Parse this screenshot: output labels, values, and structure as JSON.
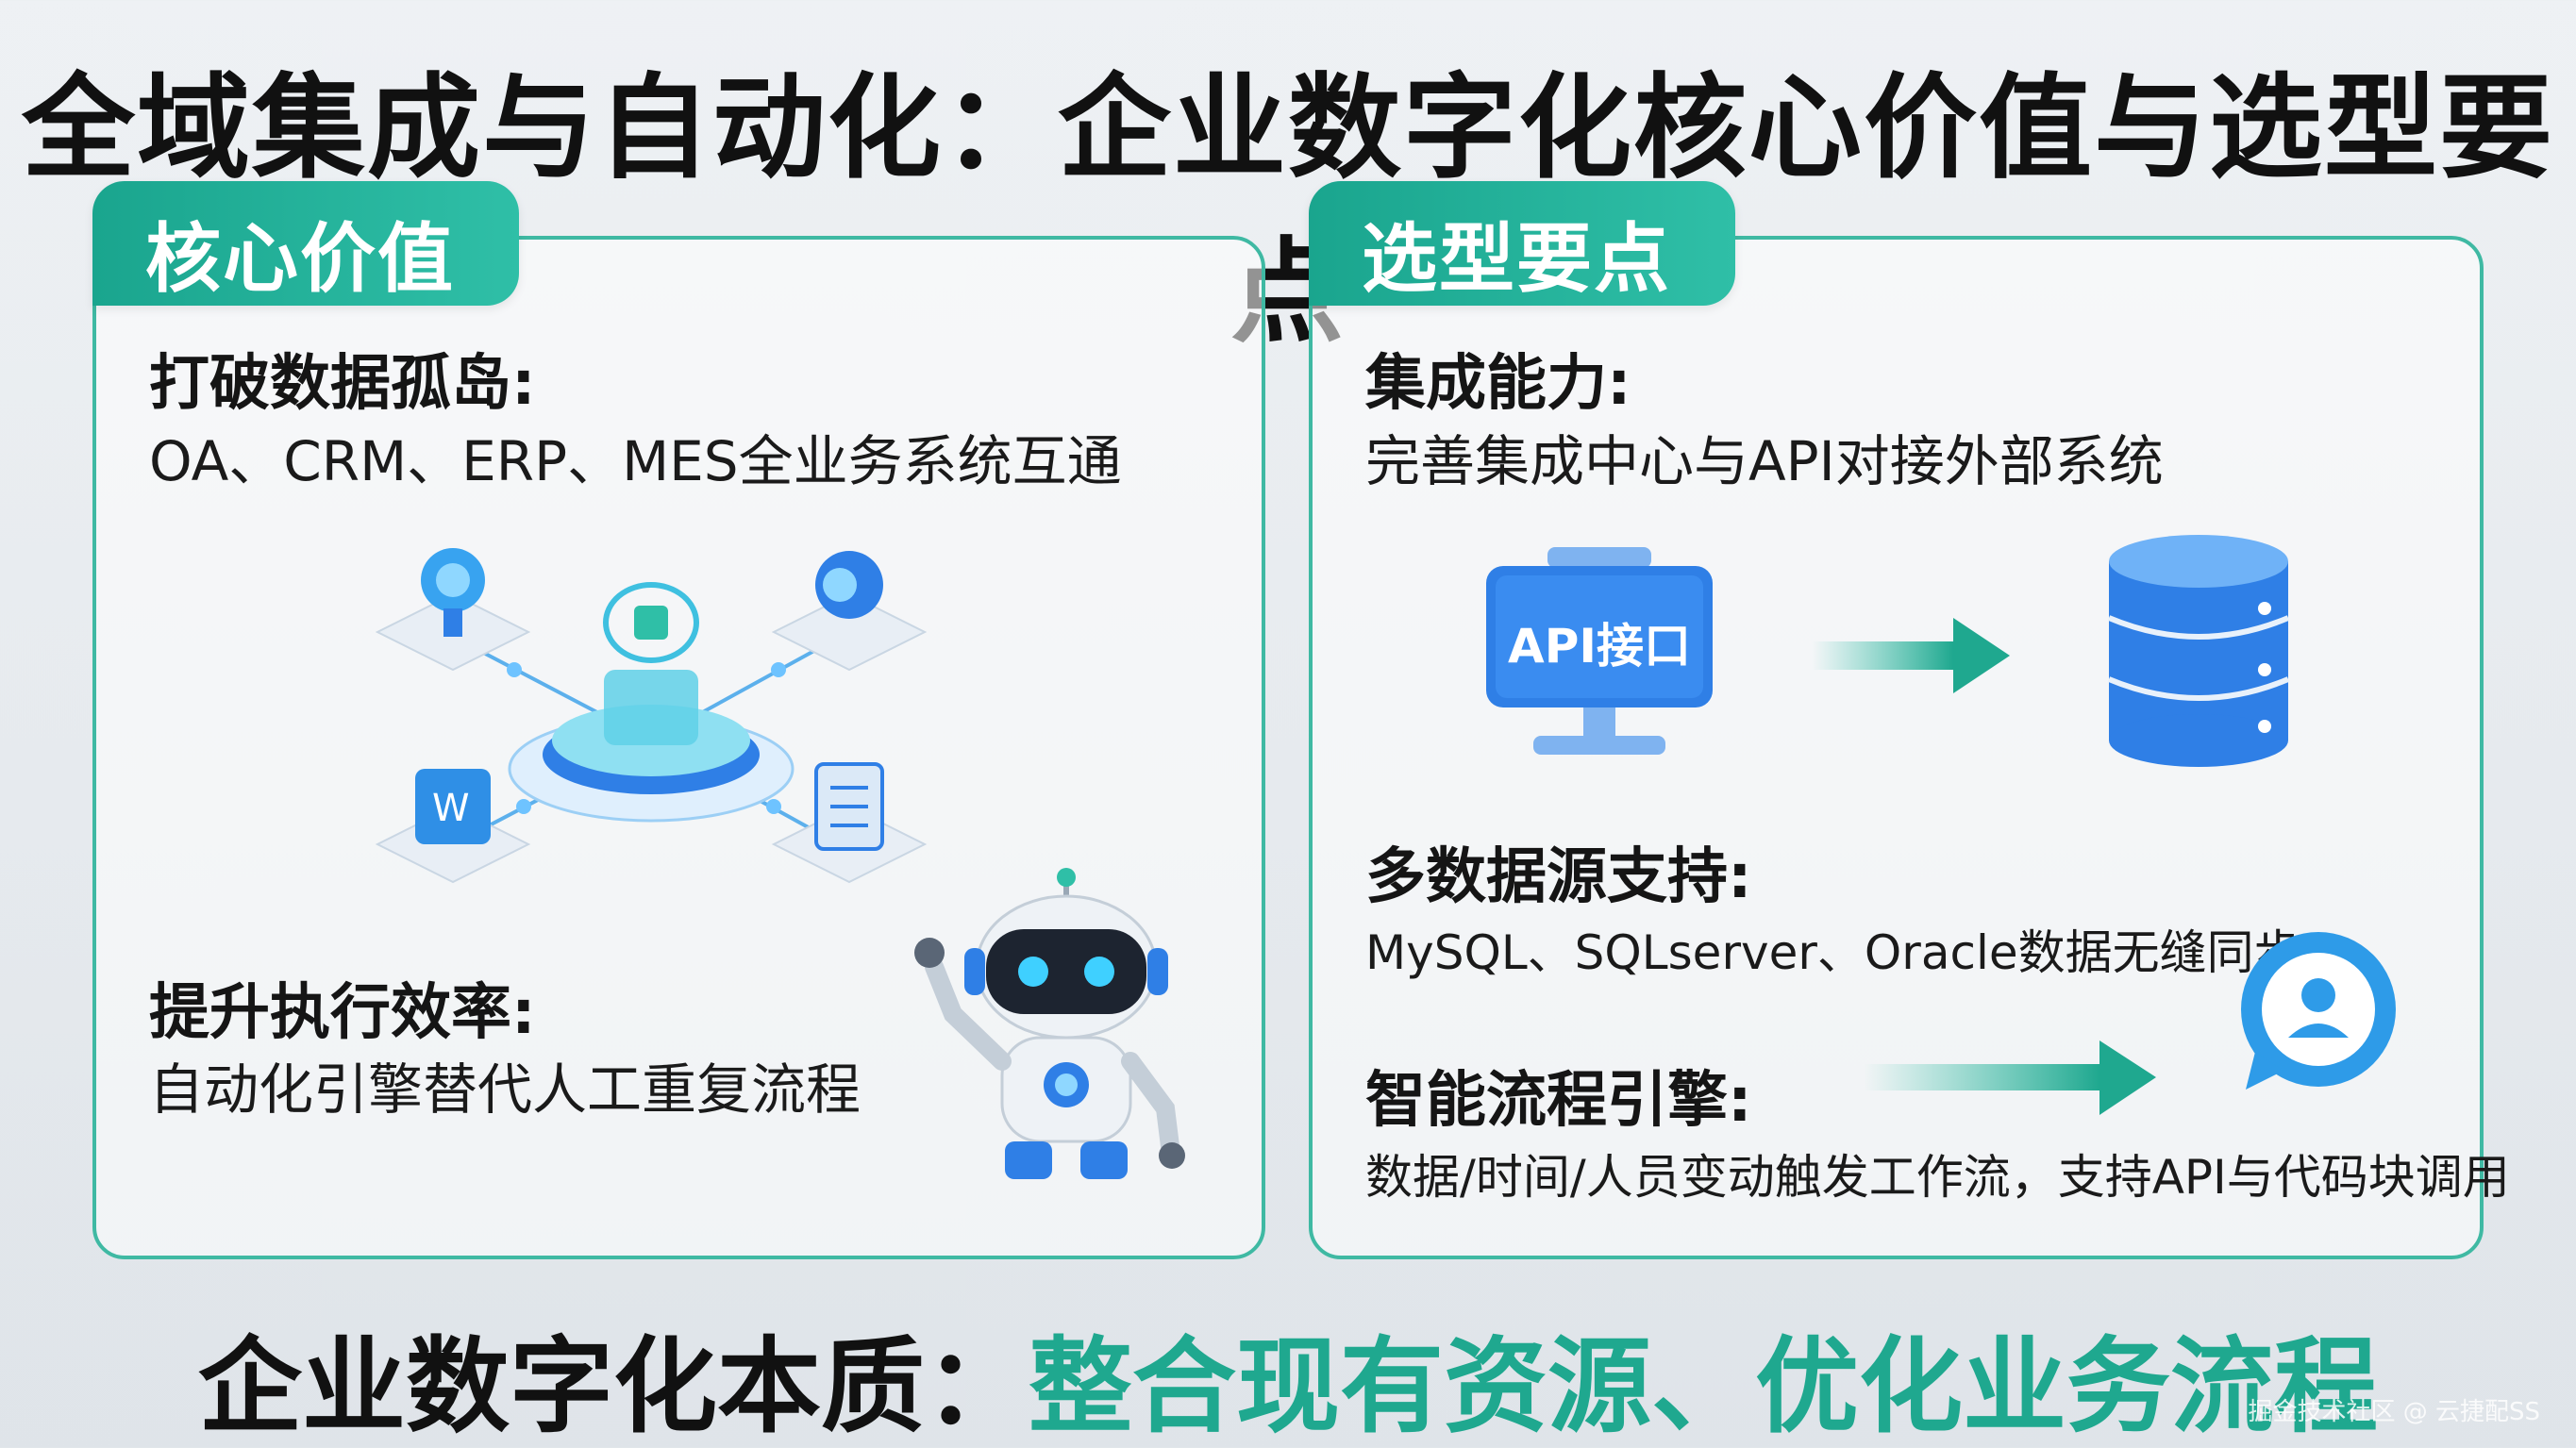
{
  "title": "全域集成与自动化：企业数字化核心价值与选型要点",
  "left_panel": {
    "tab_label": "核心价值",
    "sections": [
      {
        "heading": "打破数据孤岛:",
        "text": "OA、CRM、ERP、MES全业务系统互通"
      },
      {
        "heading": "提升执行效率:",
        "text": "自动化引擎替代人工重复流程"
      }
    ]
  },
  "right_panel": {
    "tab_label": "选型要点",
    "sections": [
      {
        "heading": "集成能力:",
        "text": "完善集成中心与API对接外部系统"
      },
      {
        "heading": "多数据源支持:",
        "text": "MySQL、SQLserver、Oracle数据无缝同步"
      },
      {
        "heading": "智能流程引擎:",
        "text": "数据/时间/人员变动触发工作流，支持API与代码块调用"
      }
    ],
    "api_label": "API接口"
  },
  "footer": {
    "lead": "企业数字化本质：",
    "accent": "整合现有资源、优化业务流程"
  },
  "watermark": "掘金技术社区 @ 云捷配SS",
  "colors": {
    "accent": "#1fa88f",
    "panel_border": "#3fb9a3",
    "icon_blue": "#2f7fe6"
  },
  "icons": [
    "network-hub-icon",
    "robot-icon",
    "api-monitor-icon",
    "database-icon",
    "arrow-right-icon",
    "user-badge-icon"
  ]
}
